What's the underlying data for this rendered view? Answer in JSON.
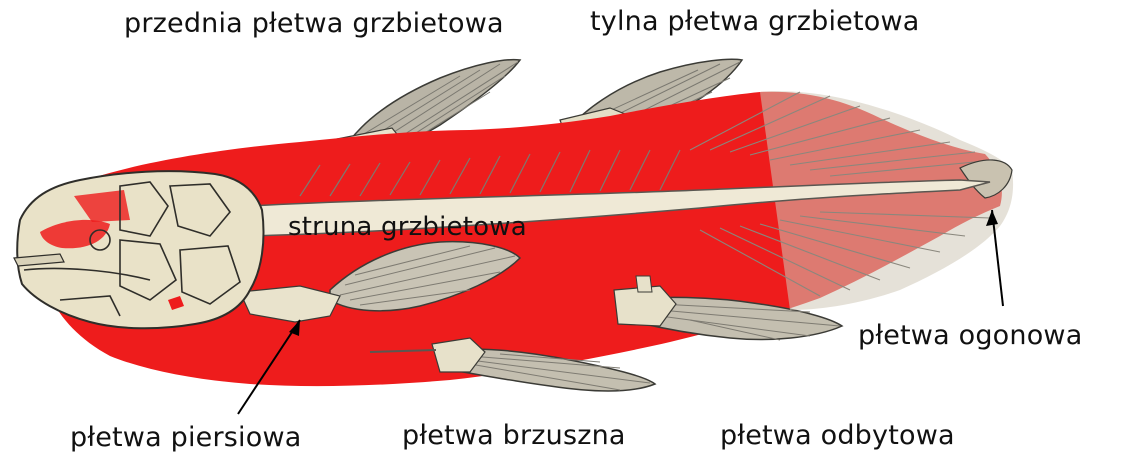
{
  "labels": {
    "front_dorsal_fin": "przednia płetwa grzbietowa",
    "rear_dorsal_fin": "tylna płetwa grzbietowa",
    "notochord": "struna grzbietowa",
    "caudal_fin": "płetwa ogonowa",
    "pectoral_fin": "płetwa piersiowa",
    "pelvic_fin": "płetwa brzuszna",
    "anal_fin": "płetwa odbytowa"
  },
  "colors": {
    "background": "#ffffff",
    "muscle": "#ee1c1c",
    "bone": "#ece6cf",
    "fin_ray": "#8f8f86",
    "outline": "#3b3b36",
    "text": "#111111"
  }
}
